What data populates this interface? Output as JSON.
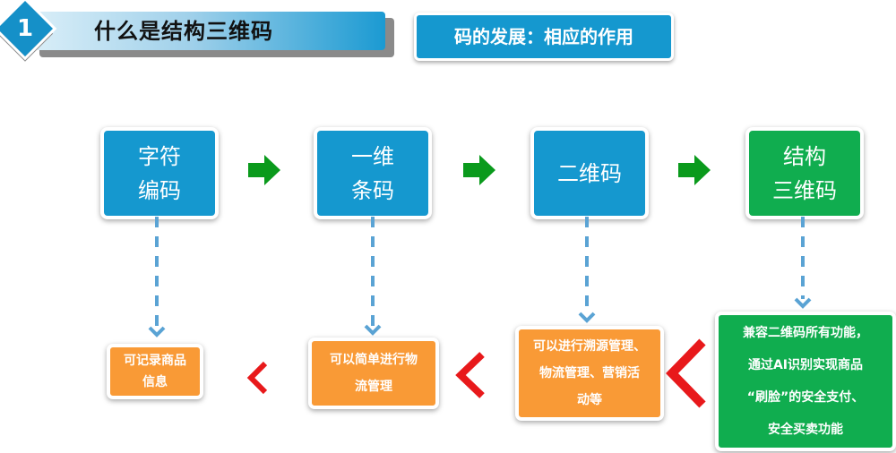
{
  "header": {
    "section_number": "1",
    "title": "什么是结构三维码",
    "subtitle": "码的发展：相应的作用"
  },
  "colors": {
    "blue": "#1598cf",
    "green": "#10ad4f",
    "orange": "#f99a36",
    "arrow_green": "#0a9a1c",
    "chevron_red": "#e8191b",
    "connector_blue": "#5aa3d4"
  },
  "stages": [
    {
      "lines": [
        "字符",
        "编码"
      ],
      "color": "blue"
    },
    {
      "lines": [
        "一维",
        "条码"
      ],
      "color": "blue"
    },
    {
      "lines": [
        "二维码"
      ],
      "color": "blue"
    },
    {
      "lines": [
        "结构",
        "三维码"
      ],
      "color": "green"
    }
  ],
  "results": [
    {
      "lines": [
        "可记录商品",
        "信息"
      ],
      "color": "orange"
    },
    {
      "lines": [
        "可以简单进行物",
        "流管理"
      ],
      "color": "orange"
    },
    {
      "lines": [
        "可以进行溯源管理、",
        "物流管理、营销活",
        "动等"
      ],
      "color": "orange"
    },
    {
      "lines": [
        "兼容二维码所有功能，",
        "通过AI识别实现商品",
        "“刷脸”的安全支付、",
        "安全买卖功能"
      ],
      "color": "green"
    }
  ]
}
